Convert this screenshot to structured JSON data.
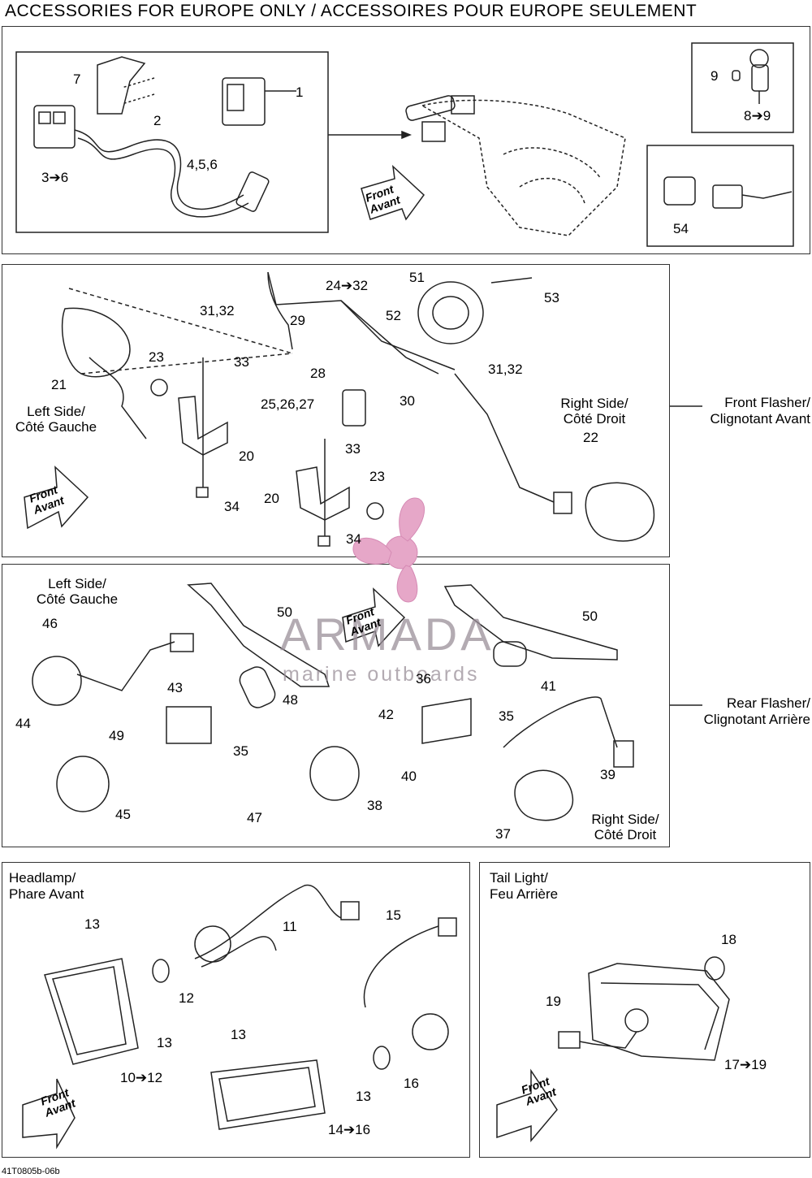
{
  "title": "ACCESSORIES FOR EUROPE ONLY / ACCESSOIRES POUR EUROPE SEULEMENT",
  "figure_code": "41T0805b-06b",
  "front_arrow": {
    "line1": "Front",
    "line2": "Avant"
  },
  "watermark": {
    "brand": "ARMADA",
    "tagline": "marine outboards",
    "color": "#e6a7c8"
  },
  "panel_1": {
    "labels": [
      "7",
      "1",
      "2",
      "3➔6",
      "4,5,6",
      "9",
      "8➔9",
      "54"
    ]
  },
  "panel_2": {
    "labels": [
      "24➔32",
      "51",
      "53",
      "31,32",
      "29",
      "52",
      "23",
      "33",
      "21",
      "28",
      "31,32",
      "25,26,27",
      "30",
      "20",
      "33",
      "23",
      "20",
      "34",
      "34",
      "22"
    ],
    "left_side": {
      "line1": "Left Side/",
      "line2": "Côté Gauche"
    },
    "right_side": {
      "line1": "Right Side/",
      "line2": "Côté Droit"
    },
    "section": {
      "line1": "Front Flasher/",
      "line2": "Clignotant Avant"
    }
  },
  "panel_3": {
    "labels": [
      "46",
      "50",
      "50",
      "43",
      "36",
      "41",
      "48",
      "42",
      "35",
      "44",
      "49",
      "35",
      "40",
      "39",
      "45",
      "47",
      "38",
      "37"
    ],
    "left_side": {
      "line1": "Left Side/",
      "line2": "Côté Gauche"
    },
    "right_side": {
      "line1": "Right Side/",
      "line2": "Côté Droit"
    },
    "section": {
      "line1": "Rear Flasher/",
      "line2": "Clignotant Arrière"
    }
  },
  "panel_4": {
    "header": {
      "line1": "Headlamp/",
      "line2": "Phare Avant"
    },
    "labels": [
      "13",
      "11",
      "15",
      "12",
      "13",
      "13",
      "10➔12",
      "16",
      "13",
      "14➔16"
    ]
  },
  "panel_5": {
    "header": {
      "line1": "Tail Light/",
      "line2": "Feu Arrière"
    },
    "labels": [
      "18",
      "19",
      "17➔19"
    ]
  }
}
